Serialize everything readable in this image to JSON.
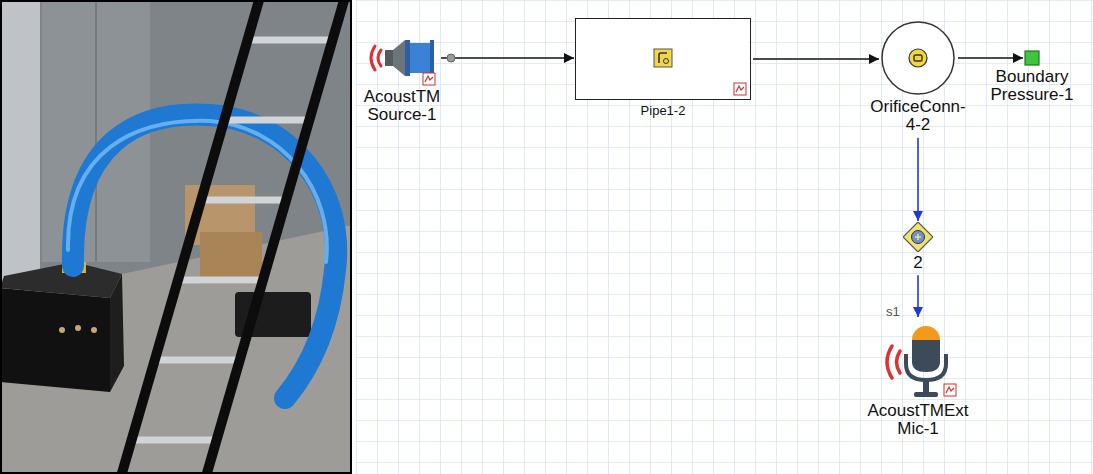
{
  "diagram": {
    "nodes": [
      {
        "text": [
          "AcoustTM Source-1"
        ]
      },
      {
        "text": [
          "Pipe1-2"
        ]
      },
      {
        "text": [
          "OrificeConn- 4-2"
        ]
      },
      {
        "text": [
          "Boundary Pressure-1"
        ]
      },
      {
        "text": [
          "2"
        ]
      },
      {
        "text": [
          "AcoustTMExt Mic-1"
        ]
      }
    ],
    "edges": [
      {
        "from": 0,
        "to": 1,
        "arrow": "to"
      },
      {
        "from": 1,
        "to": 2,
        "arrow": "to"
      },
      {
        "from": 2,
        "to": 3,
        "arrow": "to"
      },
      {
        "from": 2,
        "to": 4,
        "arrow": "to"
      },
      {
        "from": 4,
        "to": 5,
        "arrow": "to"
      }
    ],
    "labels": [
      "s1"
    ]
  }
}
